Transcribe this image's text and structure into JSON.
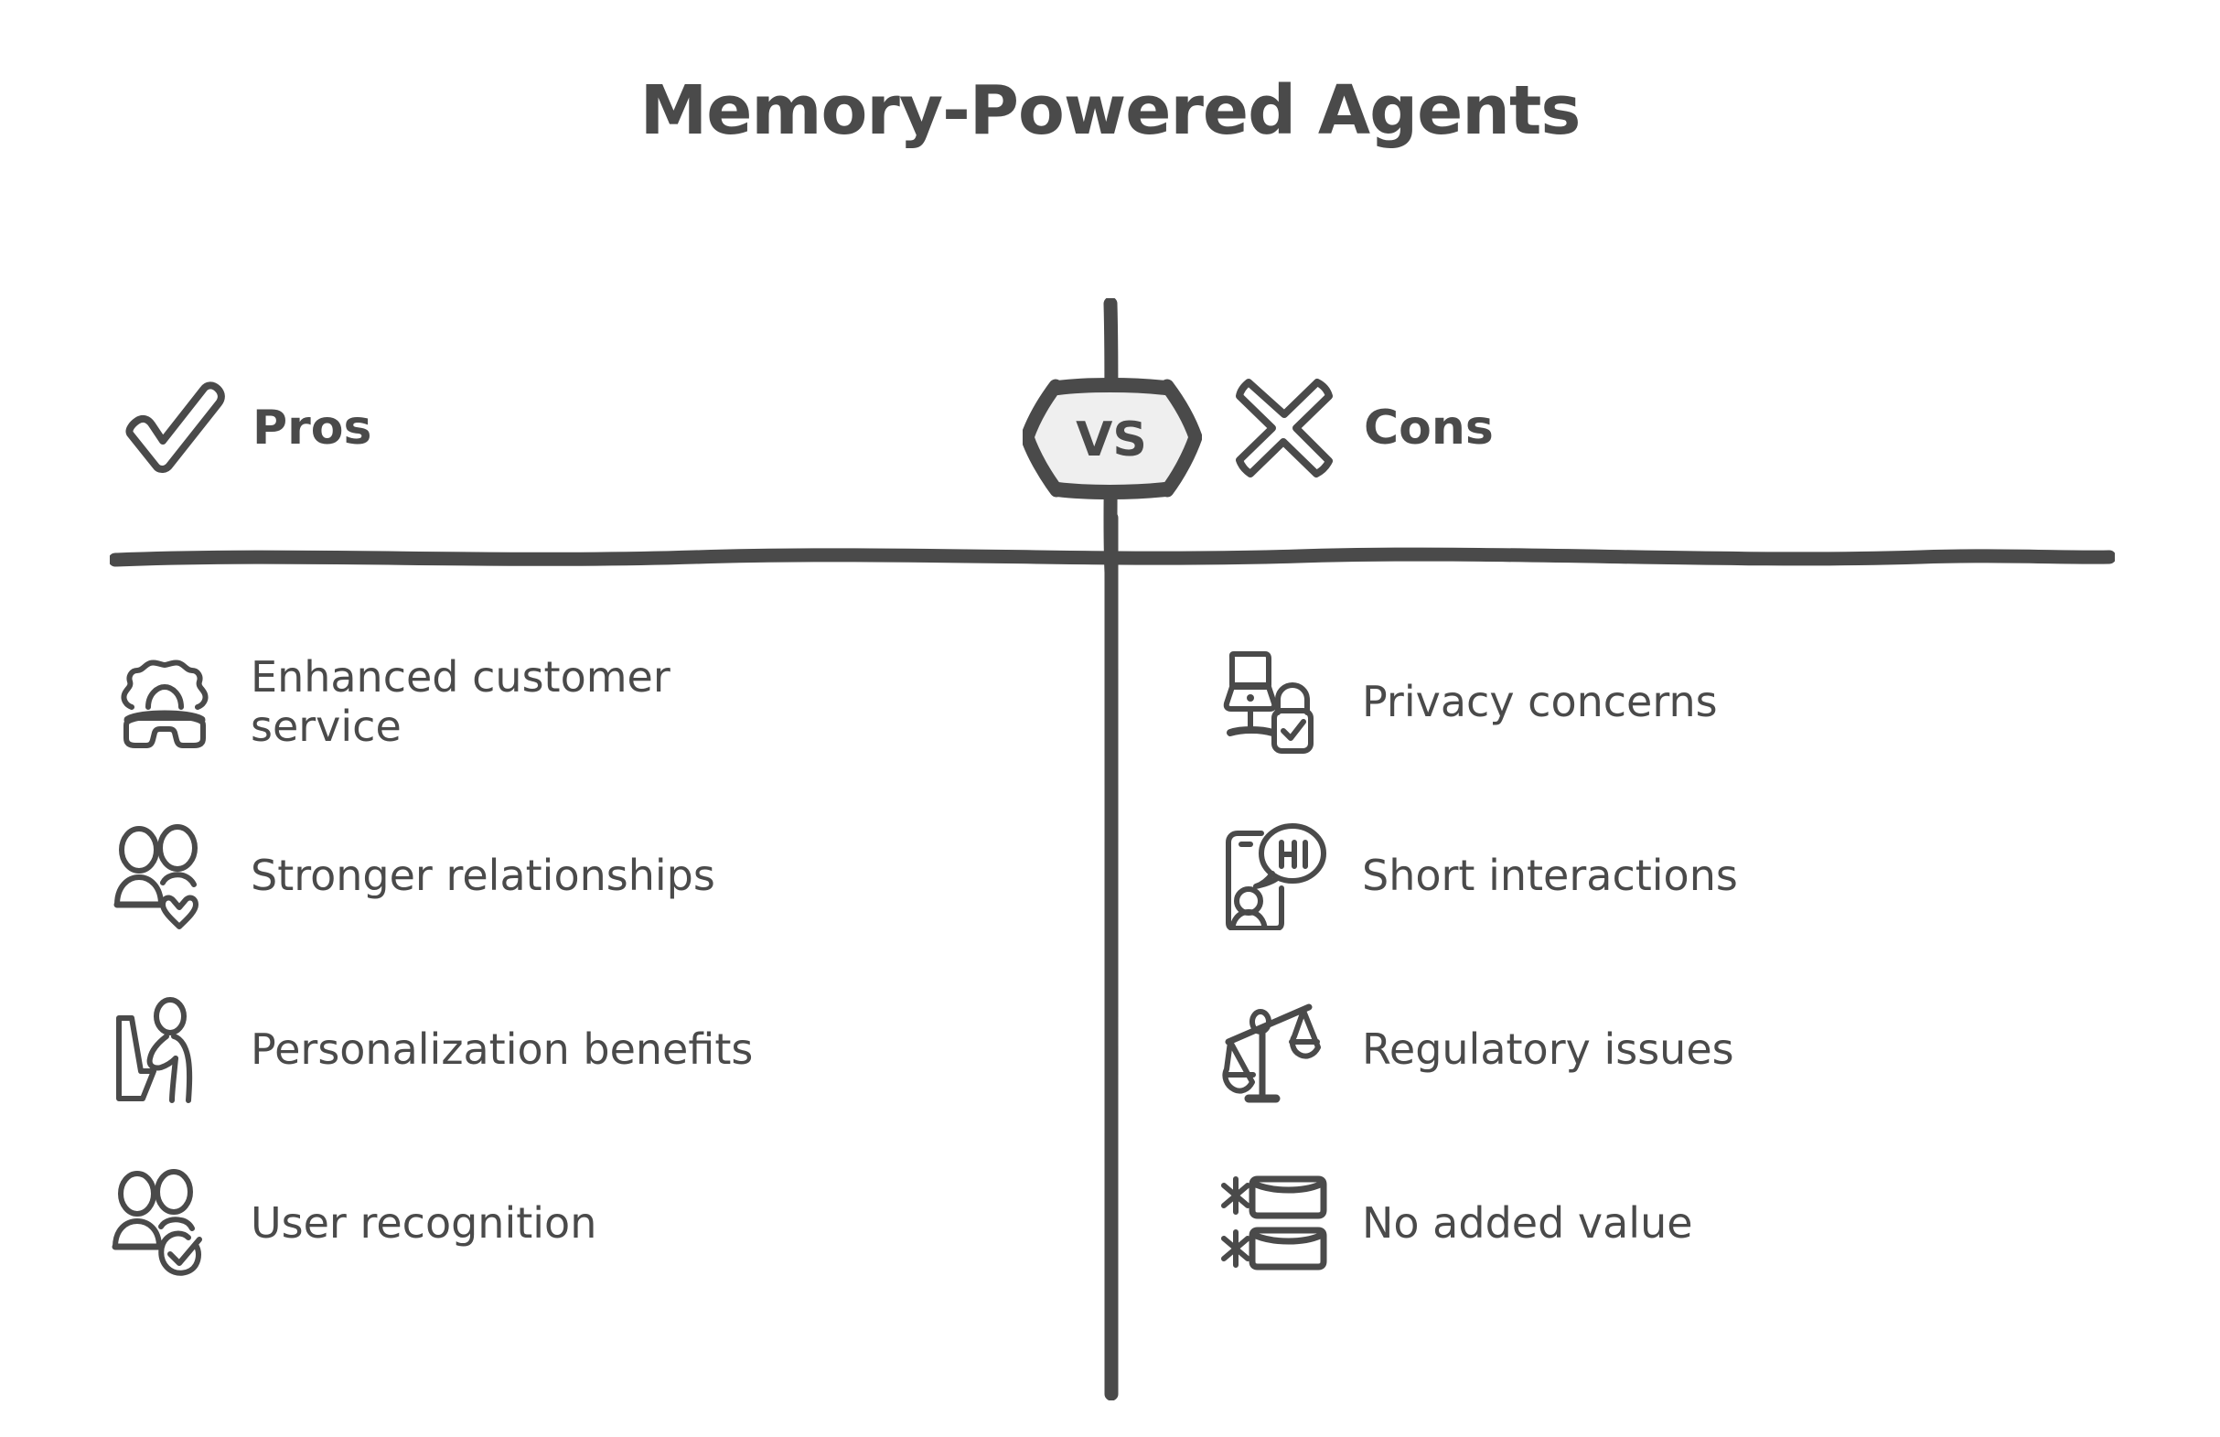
{
  "title": "Memory-Powered Agents",
  "theme": {
    "stroke_color": "#4a4a4a",
    "background_color": "#ffffff",
    "badge_fill_color": "#ececec",
    "badge_shadow_color": "#e0e0e0"
  },
  "center_badge": {
    "label": "VS",
    "icon": "vs-hexagon-badge"
  },
  "columns": {
    "pros": {
      "header": {
        "label": "Pros",
        "icon": "check-mark-icon"
      },
      "items": [
        {
          "label": "Enhanced customer service",
          "icon": "gear-headset-icon"
        },
        {
          "label": "Stronger relationships",
          "icon": "people-heart-icon"
        },
        {
          "label": "Personalization benefits",
          "icon": "person-chart-icon"
        },
        {
          "label": "User recognition",
          "icon": "people-check-icon"
        }
      ]
    },
    "cons": {
      "header": {
        "label": "Cons",
        "icon": "cross-mark-icon"
      },
      "items": [
        {
          "label": "Privacy concerns",
          "icon": "monitor-lock-icon"
        },
        {
          "label": "Short interactions",
          "icon": "phone-chat-hi-icon"
        },
        {
          "label": "Regulatory issues",
          "icon": "balance-scales-icon"
        },
        {
          "label": "No added value",
          "icon": "asterisk-list-icon"
        }
      ]
    }
  }
}
